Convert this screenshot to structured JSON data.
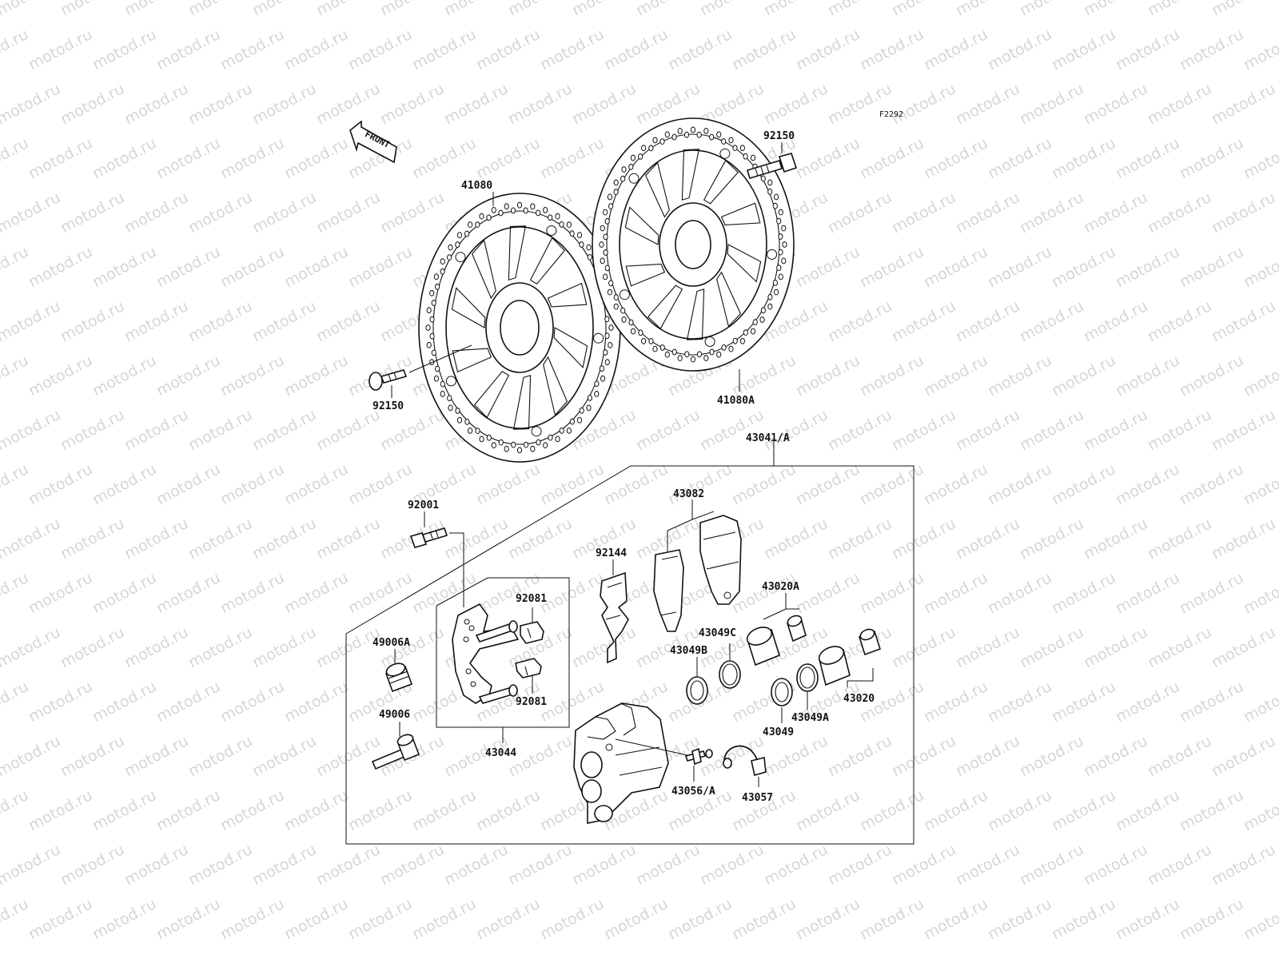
{
  "watermark": "motod.ru",
  "figure_code": "F2292",
  "front_arrow": {
    "text": "FRONT",
    "icon": "front-arrow-icon"
  },
  "callouts": {
    "p41080": "41080",
    "p41080A": "41080A",
    "p92150_top": "92150",
    "p92150_bottom": "92150",
    "p43041A": "43041/A",
    "p43082": "43082",
    "p92001": "92001",
    "p92144": "92144",
    "p92081_top": "92081",
    "p92081_bottom": "92081",
    "p43020A": "43020A",
    "p49006A": "49006A",
    "p43049C": "43049C",
    "p43049B": "43049B",
    "p43020": "43020",
    "p49006": "49006",
    "p43049A": "43049A",
    "p43049": "43049",
    "p43044": "43044",
    "p43056A": "43056/A",
    "p43057": "43057"
  }
}
